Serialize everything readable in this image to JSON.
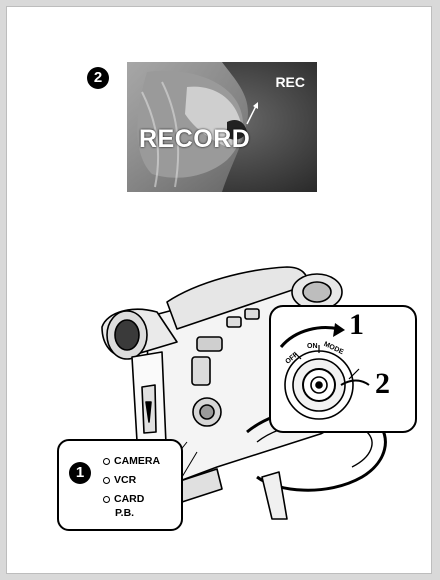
{
  "step2": {
    "badge": "2"
  },
  "screen": {
    "rec": "REC",
    "record": "RECORD"
  },
  "dial": {
    "off": "OFF",
    "on": "ON",
    "mode": "MODE",
    "step_one": "1",
    "step_two": "2"
  },
  "lamps": {
    "badge": "1",
    "items": [
      "CAMERA",
      "VCR",
      "CARD",
      "P.B."
    ]
  }
}
